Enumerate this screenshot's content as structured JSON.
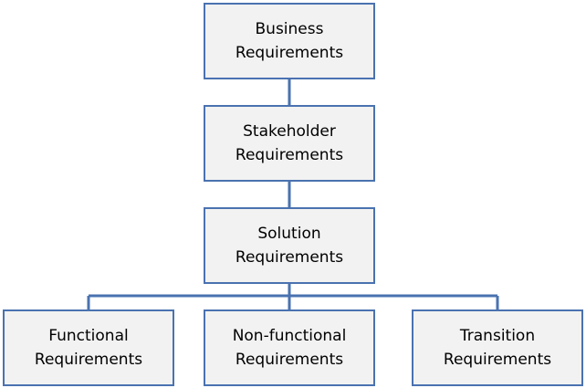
{
  "diagram": {
    "colors": {
      "node_fill": "#f2f2f2",
      "node_border": "#4a72b0",
      "connector": "#4a72b0",
      "text": "#000000"
    },
    "nodes": [
      {
        "id": "business",
        "line1": "Business",
        "line2": "Requirements"
      },
      {
        "id": "stakeholder",
        "line1": "Stakeholder",
        "line2": "Requirements"
      },
      {
        "id": "solution",
        "line1": "Solution",
        "line2": "Requirements"
      },
      {
        "id": "functional",
        "line1": "Functional",
        "line2": "Requirements"
      },
      {
        "id": "non-functional",
        "line1": "Non-functional",
        "line2": "Requirements"
      },
      {
        "id": "transition",
        "line1": "Transition",
        "line2": "Requirements"
      }
    ],
    "edges": [
      {
        "from": "business",
        "to": "stakeholder"
      },
      {
        "from": "stakeholder",
        "to": "solution"
      },
      {
        "from": "solution",
        "to": "functional"
      },
      {
        "from": "solution",
        "to": "non-functional"
      },
      {
        "from": "solution",
        "to": "transition"
      }
    ]
  }
}
